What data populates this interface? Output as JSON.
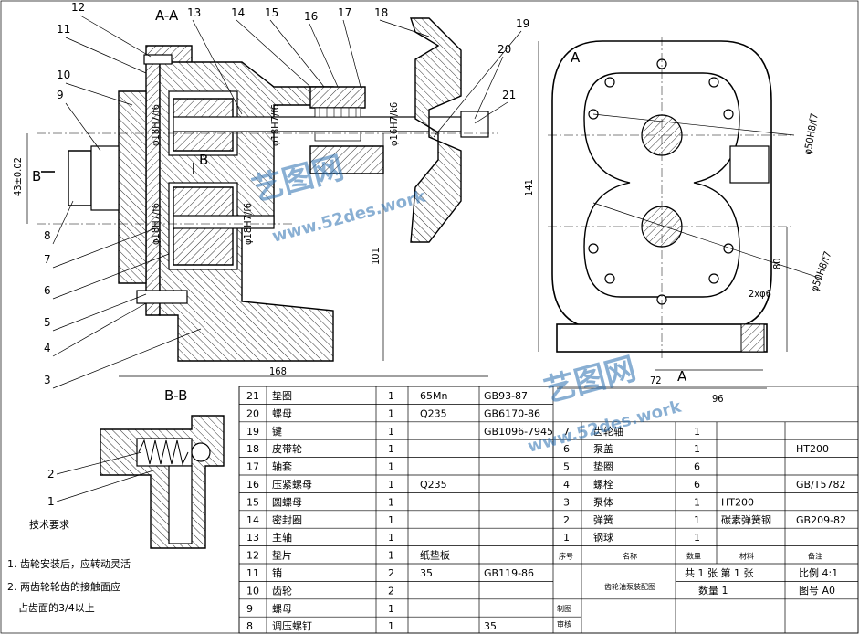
{
  "views": {
    "section_aa": "A-A",
    "section_bb": "B-B",
    "view_a_mark": "A",
    "section_b_mark": "B"
  },
  "balloons_left": [
    "12",
    "11",
    "10",
    "9",
    "8",
    "7",
    "6",
    "5",
    "4",
    "3"
  ],
  "balloons_top": [
    "13",
    "14",
    "15",
    "16",
    "17",
    "18",
    "19",
    "20",
    "21"
  ],
  "balloons_bb": [
    "2",
    "1"
  ],
  "dimensions": {
    "d_43": "43±0.02",
    "d_101": "101",
    "d_168": "168",
    "d_141": "141",
    "d_80": "80",
    "d_72": "72",
    "d_96": "96",
    "d_2x6": "2xφ6",
    "d_50_top": "φ50H8/f7",
    "d_50_bot": "φ50H8/f7",
    "fit_1": "φ18H7/f6",
    "fit_2": "φ18H7/f6",
    "fit_3": "φ18H7/f6",
    "fit_4": "φ16H7/k6",
    "fit_5": "φ18H7/f6"
  },
  "watermark": {
    "cn": "艺图网",
    "url": "www.52des.work"
  },
  "tech_req": {
    "title": "技术要求",
    "items": [
      "1. 齿轮安装后，应转动灵活",
      "2. 两齿轮轮齿的接触面应",
      "占齿面的3/4以上"
    ]
  },
  "bom_left": [
    {
      "no": "21",
      "name": "垫圈",
      "qty": "1",
      "mat": "65Mn",
      "std": "GB93-87"
    },
    {
      "no": "20",
      "name": "螺母",
      "qty": "1",
      "mat": "Q235",
      "std": "GB6170-86"
    },
    {
      "no": "19",
      "name": "键",
      "qty": "1",
      "mat": "",
      "std": "GB1096-7945"
    },
    {
      "no": "18",
      "name": "皮带轮",
      "qty": "1",
      "mat": "",
      "std": ""
    },
    {
      "no": "17",
      "name": "轴套",
      "qty": "1",
      "mat": "",
      "std": ""
    },
    {
      "no": "16",
      "name": "压紧螺母",
      "qty": "1",
      "mat": "Q235",
      "std": ""
    },
    {
      "no": "15",
      "name": "圆螺母",
      "qty": "1",
      "mat": "",
      "std": ""
    },
    {
      "no": "14",
      "name": "密封圈",
      "qty": "1",
      "mat": "",
      "std": ""
    },
    {
      "no": "13",
      "name": "主轴",
      "qty": "1",
      "mat": "",
      "std": ""
    },
    {
      "no": "12",
      "name": "垫片",
      "qty": "1",
      "mat": "纸垫板",
      "std": ""
    },
    {
      "no": "11",
      "name": "销",
      "qty": "2",
      "mat": "35",
      "std": "GB119-86"
    },
    {
      "no": "10",
      "name": "齿轮",
      "qty": "2",
      "mat": "",
      "std": ""
    },
    {
      "no": "9",
      "name": "螺母",
      "qty": "1",
      "mat": "",
      "std": ""
    },
    {
      "no": "8",
      "name": "调压螺钉",
      "qty": "1",
      "mat": "",
      "std": "35"
    }
  ],
  "bom_right": [
    {
      "no": "7",
      "name": "齿轮轴",
      "qty": "1",
      "mat": "",
      "std": ""
    },
    {
      "no": "6",
      "name": "泵盖",
      "qty": "1",
      "mat": "",
      "std": "HT200"
    },
    {
      "no": "5",
      "name": "垫圈",
      "qty": "6",
      "mat": "",
      "std": ""
    },
    {
      "no": "4",
      "name": "螺栓",
      "qty": "6",
      "mat": "",
      "std": "GB/T5782"
    },
    {
      "no": "3",
      "name": "泵体",
      "qty": "1",
      "mat": "HT200",
      "std": ""
    },
    {
      "no": "2",
      "name": "弹簧",
      "qty": "1",
      "mat": "碳素弹簧钢",
      "std": "GB209-82"
    },
    {
      "no": "1",
      "name": "钢球",
      "qty": "1",
      "mat": "",
      "std": ""
    }
  ],
  "bom_header": {
    "no": "序号",
    "name": "名称",
    "qty": "数量",
    "mat": "材料",
    "note": "备注"
  },
  "title_block": {
    "drawing_name": "齿轮油泵装配图",
    "sheet": "共",
    "sheet_n": "1",
    "zhang": "张",
    "di": "第",
    "di_n": "1",
    "zhang2": "张",
    "scale_label": "比例",
    "scale": "4:1",
    "qty_label": "数量",
    "qty": "1",
    "drawno_label": "图号",
    "drawno": "A0",
    "drawn": "制图",
    "checked": "审核"
  }
}
